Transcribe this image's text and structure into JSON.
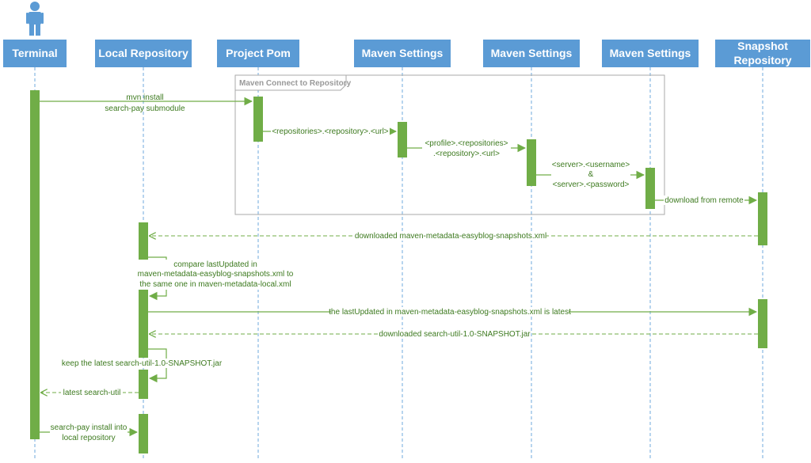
{
  "colors": {
    "header_fill": "#5b9bd5",
    "activation_fill": "#70ad47",
    "arrow": "#70ad47",
    "label_text": "#3d7a1f",
    "lifeline": "#6fa8dc",
    "frame_border": "#aaaaaa"
  },
  "actor_icon": "person-icon",
  "participants": [
    {
      "id": "terminal",
      "lines": [
        "Terminal"
      ]
    },
    {
      "id": "local-repository",
      "lines": [
        "Local Repository"
      ]
    },
    {
      "id": "project-pom",
      "lines": [
        "Project Pom"
      ]
    },
    {
      "id": "maven-settings-1",
      "lines": [
        "Maven Settings"
      ]
    },
    {
      "id": "maven-settings-2",
      "lines": [
        "Maven Settings"
      ]
    },
    {
      "id": "maven-settings-3",
      "lines": [
        "Maven Settings"
      ]
    },
    {
      "id": "snapshot-repository",
      "lines": [
        "Snapshot",
        "Repository"
      ]
    }
  ],
  "frame": {
    "title": "Maven Connect to Repository"
  },
  "messages": [
    {
      "id": "mvn-install",
      "lines": [
        "mvn install",
        "search-pay submodule"
      ]
    },
    {
      "id": "repositories-url",
      "lines": [
        "<repositories>.<repository>.<url>"
      ]
    },
    {
      "id": "profile-repositories",
      "lines": [
        "<profile>.<repositories>",
        ".<repository>.<url>"
      ]
    },
    {
      "id": "server-credentials",
      "lines": [
        "<server>.<username>",
        "&",
        "<server>.<password>"
      ]
    },
    {
      "id": "download-from-remote",
      "lines": [
        "download from remote"
      ]
    },
    {
      "id": "downloaded-metadata",
      "lines": [
        "downloaded maven-metadata-easyblog-snapshots.xml"
      ]
    },
    {
      "id": "compare-lastupdated",
      "lines": [
        "compare lastUpdated in",
        "maven-metadata-easyblog-snapshots.xml to",
        "the same one in maven-metadata-local.xml"
      ]
    },
    {
      "id": "lastupdated-is-latest",
      "lines": [
        "the lastUpdated in maven-metadata-easyblog-snapshots.xml is latest"
      ]
    },
    {
      "id": "downloaded-jar",
      "lines": [
        "downloaded search-util-1.0-SNAPSHOT.jar"
      ]
    },
    {
      "id": "keep-latest-jar",
      "lines": [
        "keep the latest search-util-1.0-SNAPSHOT.jar"
      ]
    },
    {
      "id": "latest-search-util",
      "lines": [
        "latest search-util"
      ]
    },
    {
      "id": "install-into-local",
      "lines": [
        "search-pay install into",
        "local repository"
      ]
    }
  ]
}
